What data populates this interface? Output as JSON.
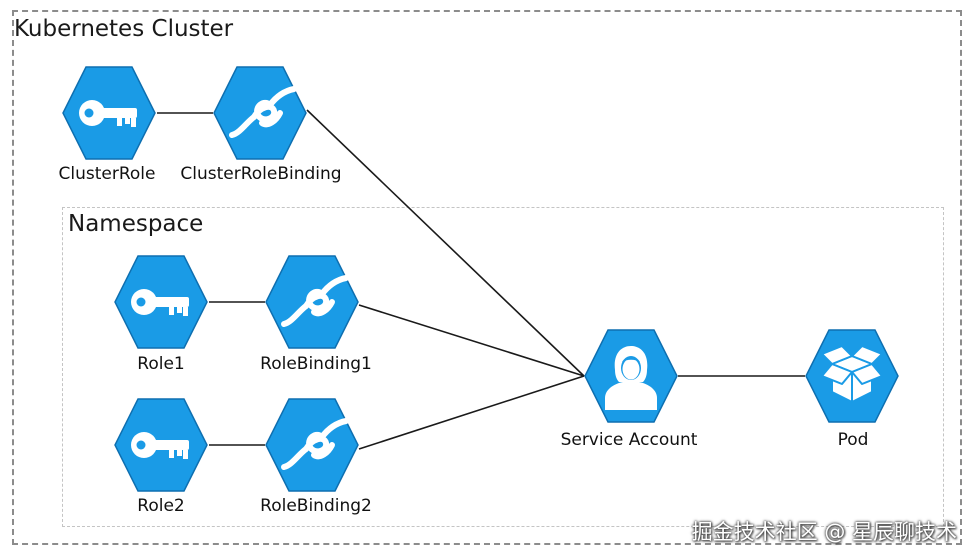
{
  "cluster": {
    "title": "Kubernetes Cluster"
  },
  "namespace": {
    "title": "Namespace"
  },
  "nodes": {
    "cluster_role": {
      "label": "ClusterRole",
      "icon": "key-icon"
    },
    "cluster_role_binding": {
      "label": "ClusterRoleBinding",
      "icon": "knot-icon"
    },
    "role1": {
      "label": "Role1",
      "icon": "key-icon"
    },
    "role_binding1": {
      "label": "RoleBinding1",
      "icon": "knot-icon"
    },
    "role2": {
      "label": "Role2",
      "icon": "key-icon"
    },
    "role_binding2": {
      "label": "RoleBinding2",
      "icon": "knot-icon"
    },
    "service_account": {
      "label": "Service Account",
      "icon": "user-icon"
    },
    "pod": {
      "label": "Pod",
      "icon": "box-icon"
    }
  },
  "colors": {
    "hexagon_fill": "#1a9be6",
    "hexagon_stroke": "#0e6fb0",
    "icon": "#ffffff",
    "edge": "#1a1a1a"
  },
  "watermark": "掘金技术社区 @ 星辰聊技术"
}
